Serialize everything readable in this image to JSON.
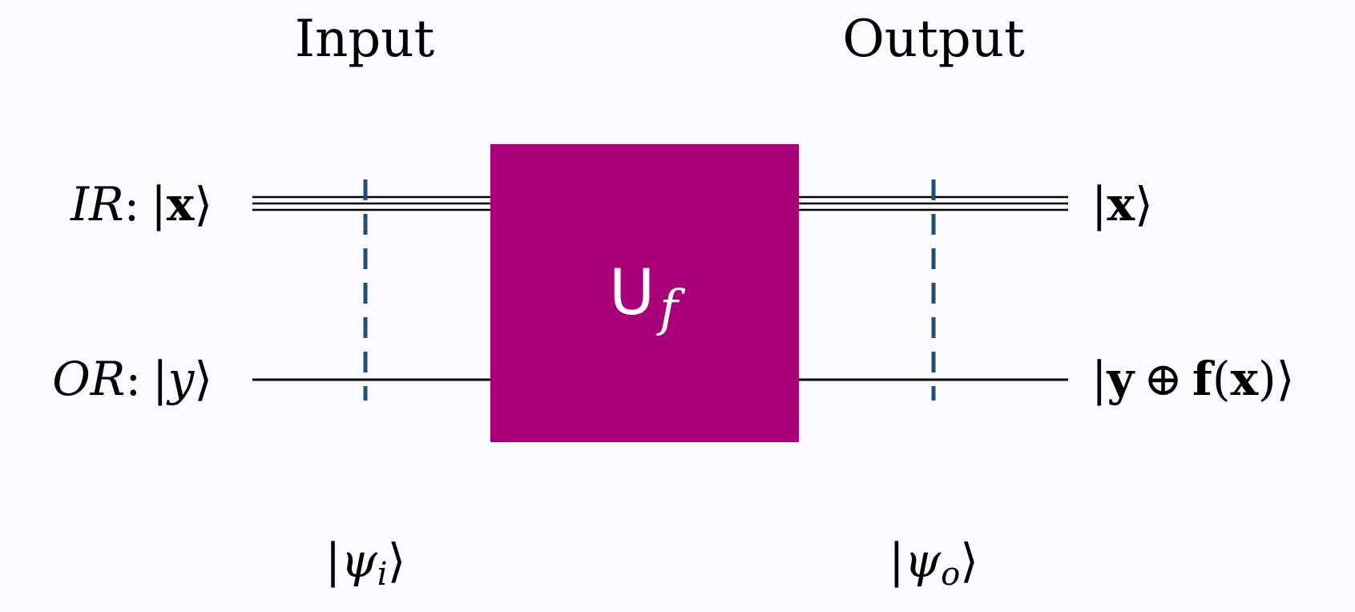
{
  "headers": {
    "input": "Input",
    "output": "Output"
  },
  "wires": {
    "input_register": {
      "name": "IR",
      "colon": ":",
      "state": "x",
      "output_state": "x"
    },
    "output_register": {
      "name": "OR",
      "colon": ":",
      "state": "y",
      "output_state": {
        "y": "y",
        "op": "⊕",
        "f": "f",
        "x": "x"
      }
    }
  },
  "gate": {
    "symbol": "U",
    "subscript": "f"
  },
  "states": {
    "psi_i": {
      "greek": "ψ",
      "sub": "i"
    },
    "psi_o": {
      "greek": "ψ",
      "sub": "o"
    }
  },
  "ket": {
    "left": "|",
    "right": "⟩"
  },
  "colors": {
    "background": "#fbfbff",
    "gate_fill": "#a9007a",
    "gate_text": "#ffffff",
    "dashed_line": "#224d77",
    "wire": "#000000"
  }
}
